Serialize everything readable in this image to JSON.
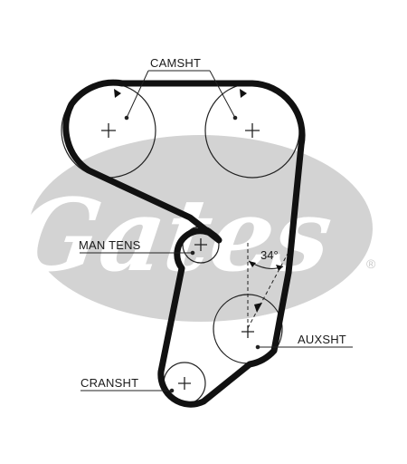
{
  "diagram": {
    "labels": {
      "camshaft": "CAMSHT",
      "manual_tensioner": "MAN TENS",
      "auxiliary_shaft": "AUXSHT",
      "crankshaft": "CRANSHT"
    },
    "angle_label": "34°"
  },
  "watermark": {
    "brand": "Gates",
    "registered_mark": "®",
    "color": "#d3d3d3"
  },
  "colors": {
    "belt": "#111111",
    "lines": "#222222",
    "background": "#ffffff"
  }
}
